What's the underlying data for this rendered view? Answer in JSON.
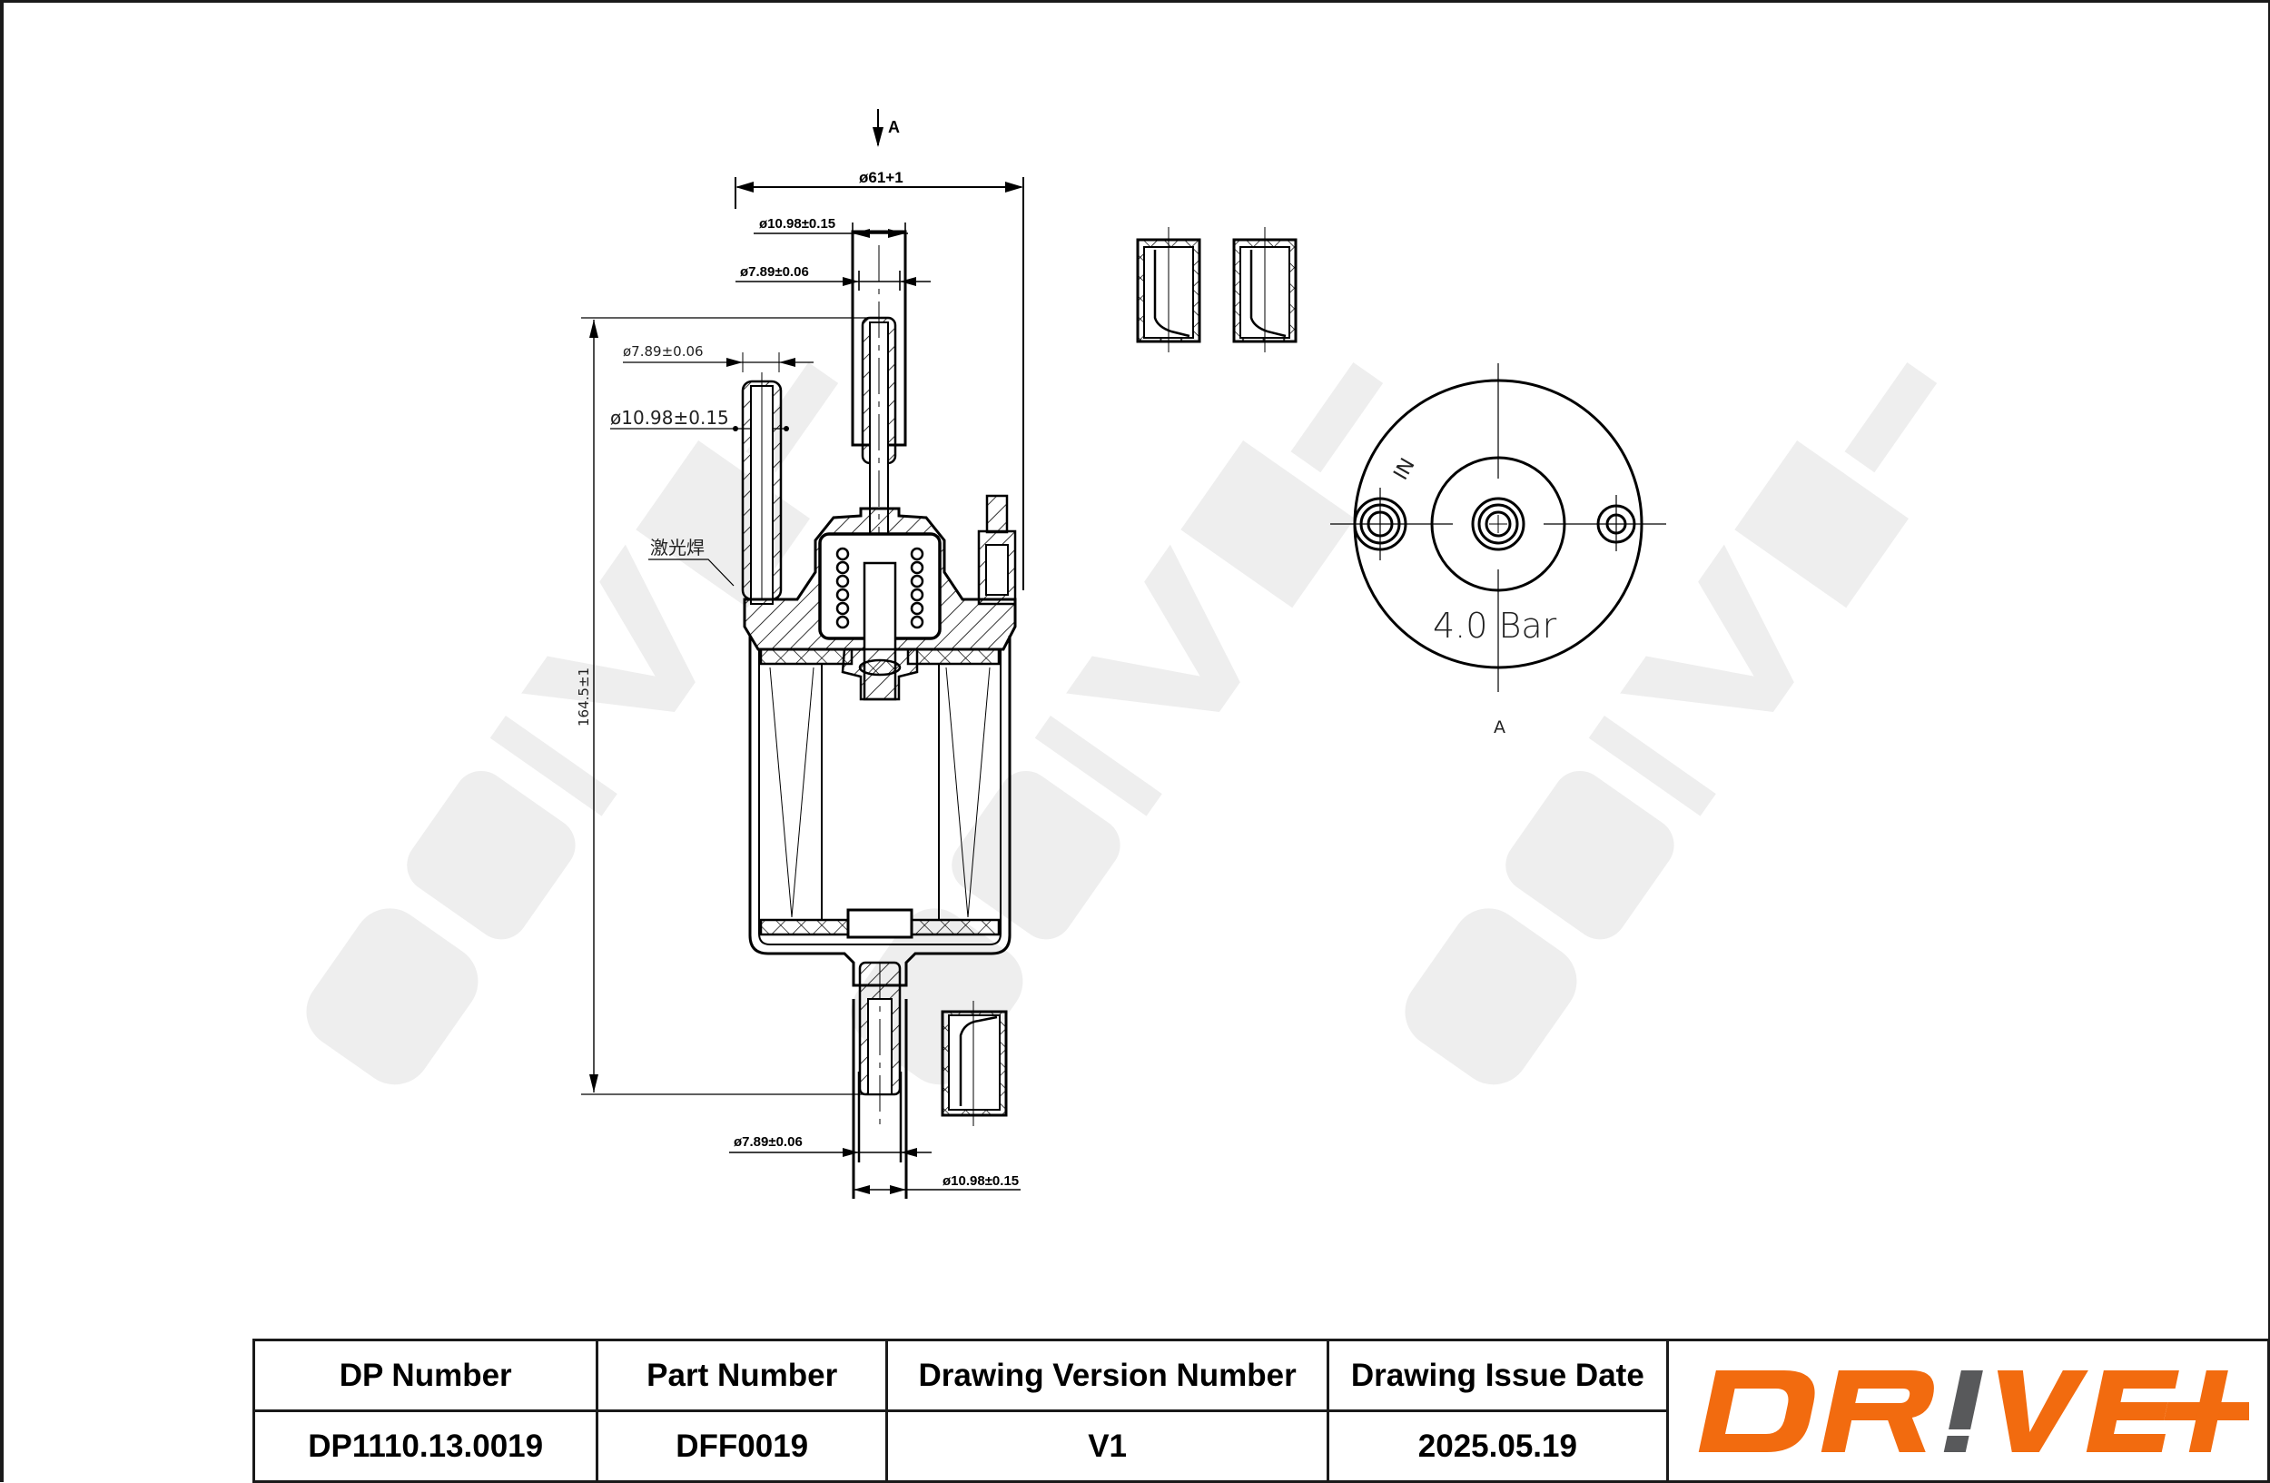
{
  "drawing": {
    "view_label": "A",
    "section_view_label": "A",
    "dimensions": {
      "overall_diameter": "ø61+1",
      "top_outlet_outer": "ø10.98±0.15",
      "top_outlet_inner": "ø7.89±0.06",
      "side_outlet_inner": "ø7.89±0.06",
      "side_outlet_outer": "ø10.98±0.15",
      "overall_length": "164.5±1",
      "bottom_inlet_inner": "ø7.89±0.06",
      "bottom_inlet_outer": "ø10.98±0.15"
    },
    "annotation_weld": "激光焊",
    "end_view": {
      "inlet_mark": "IN",
      "pressure_label": "4.0 Bar"
    }
  },
  "title_block": {
    "headers": [
      "DP Number",
      "Part Number",
      "Drawing Version Number",
      "Drawing Issue Date"
    ],
    "values": [
      "DP1110.13.0019",
      "DFF0019",
      "V1",
      "2025.05.19"
    ]
  },
  "logo": {
    "text_left": "DR",
    "text_bang": "!",
    "text_right": "VE+",
    "primary_color": "#F26B0F",
    "accent_color": "#58595B"
  },
  "watermark": {
    "text": "DR!VE+",
    "color": "#EDEDED"
  }
}
